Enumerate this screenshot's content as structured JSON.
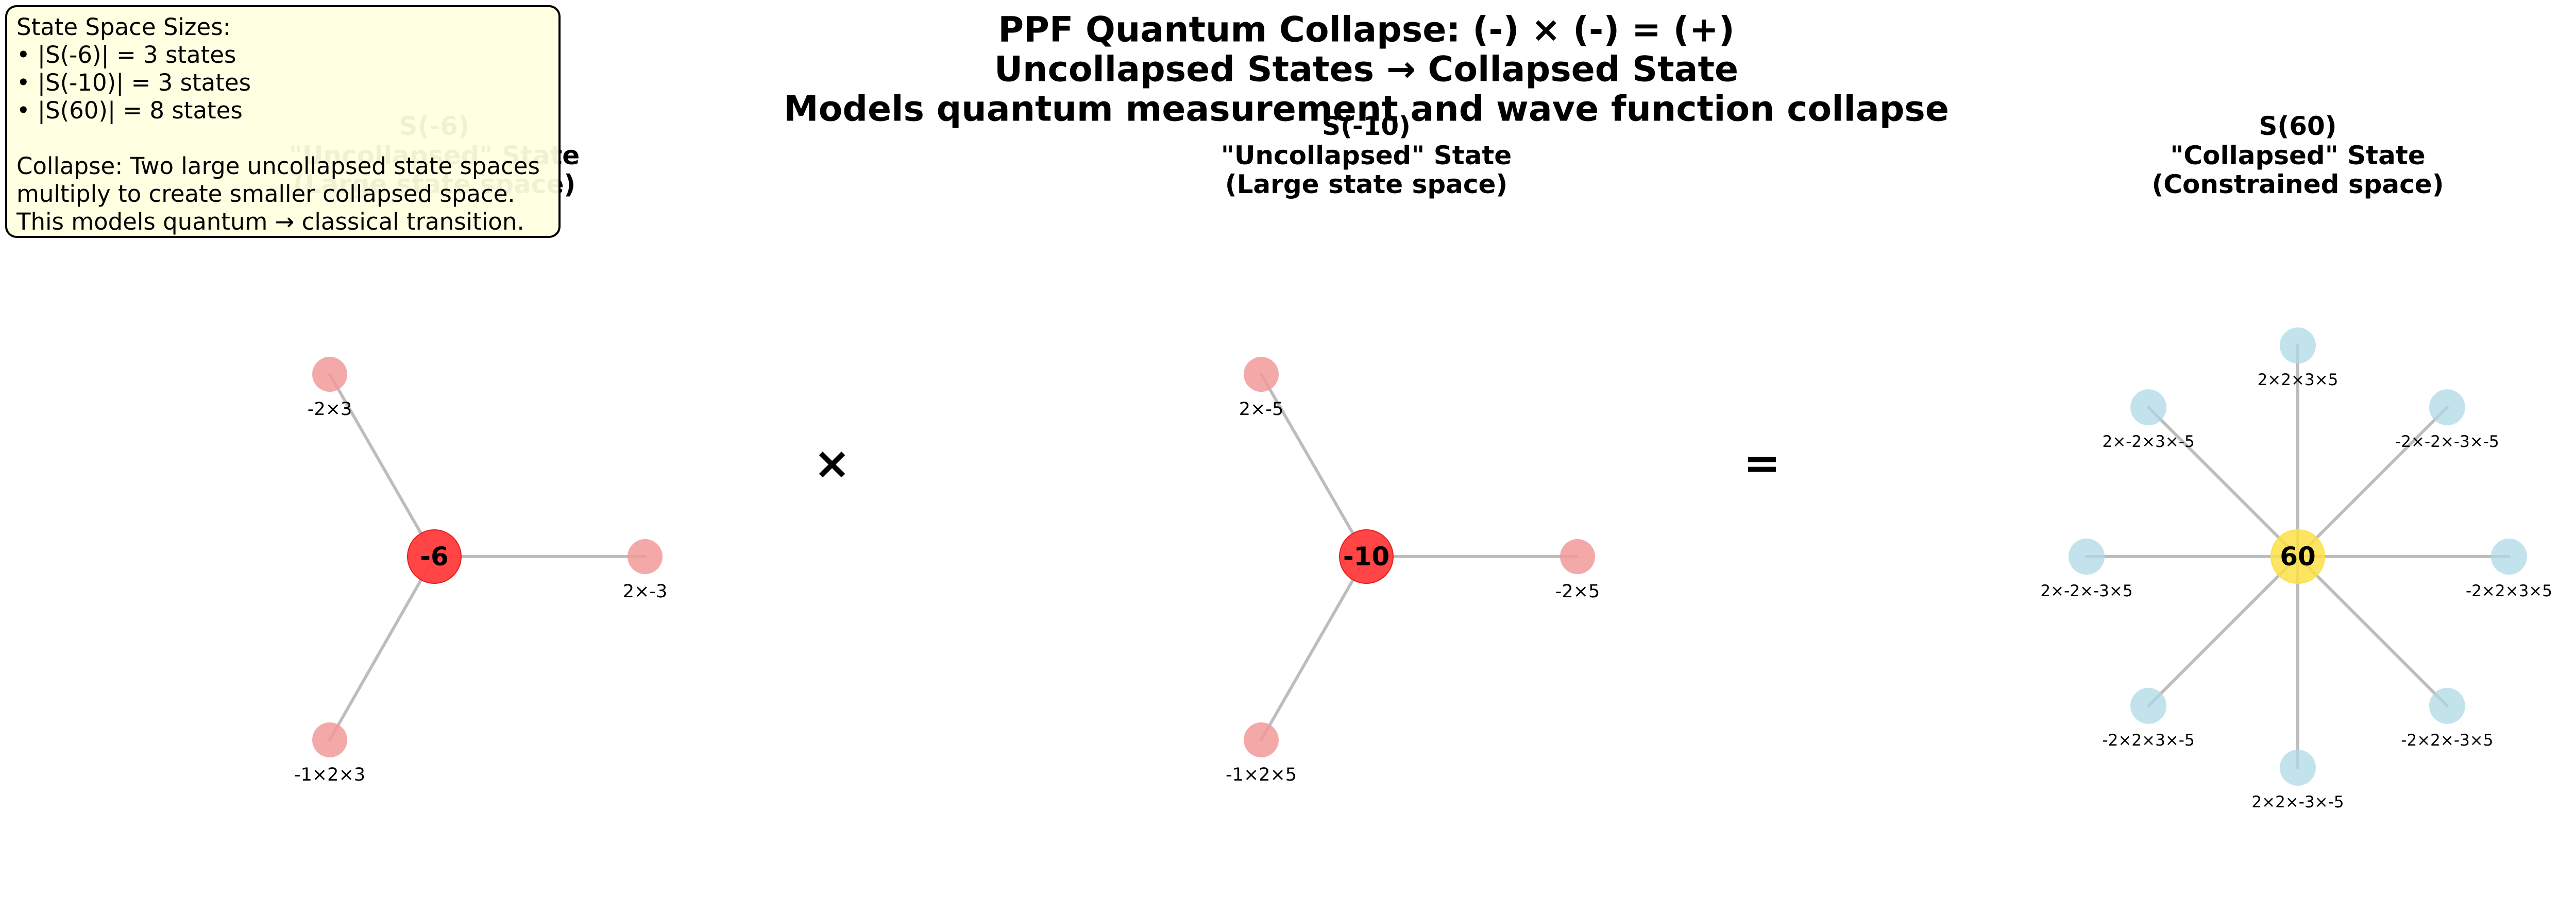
{
  "title_lines": [
    "PPF Quantum Collapse: (-) × (-) = (+)",
    "Uncollapsed States → Collapsed State",
    "Models quantum measurement and wave function collapse"
  ],
  "info_box": {
    "heading": "State Space Sizes:",
    "sizes": [
      "• |S(-6)| = 3 states",
      "• |S(-10)| = 3 states",
      "• |S(60)| = 8 states"
    ],
    "note_lines": [
      "Collapse: Two large uncollapsed state spaces",
      "multiply to create smaller collapsed space.",
      "This models quantum → classical transition."
    ]
  },
  "operators": {
    "times": "×",
    "equals": "="
  },
  "colors": {
    "uncollapsed_center": "#ff3b3b",
    "uncollapsed_leaf": "#f29a9a",
    "collapsed_center": "#fde047",
    "collapsed_leaf": "#add8e6",
    "edge": "#bdbdbd"
  },
  "panels": [
    {
      "id": "s-neg6",
      "title_lines": [
        "S(-6)",
        "\"Uncollapsed\" State",
        "(Large state space)"
      ],
      "center_label": "-6",
      "kind": "uncollapsed",
      "leaves": [
        "2×-3",
        "-2×3",
        "-1×2×3"
      ]
    },
    {
      "id": "s-neg10",
      "title_lines": [
        "S(-10)",
        "\"Uncollapsed\" State",
        "(Large state space)"
      ],
      "center_label": "-10",
      "kind": "uncollapsed",
      "leaves": [
        "-2×5",
        "2×-5",
        "-1×2×5"
      ]
    },
    {
      "id": "s-60",
      "title_lines": [
        "S(60)",
        "\"Collapsed\" State",
        "(Constrained space)"
      ],
      "center_label": "60",
      "kind": "collapsed",
      "leaves": [
        "-2×2×3×5",
        "2×2×-3×-5",
        "-2×2×3×-5",
        "2×-2×-3×5",
        "2×-2×3×-5",
        "-2×-2×-3×-5",
        "-2×2×-3×5",
        "2×2×3×5"
      ]
    }
  ]
}
